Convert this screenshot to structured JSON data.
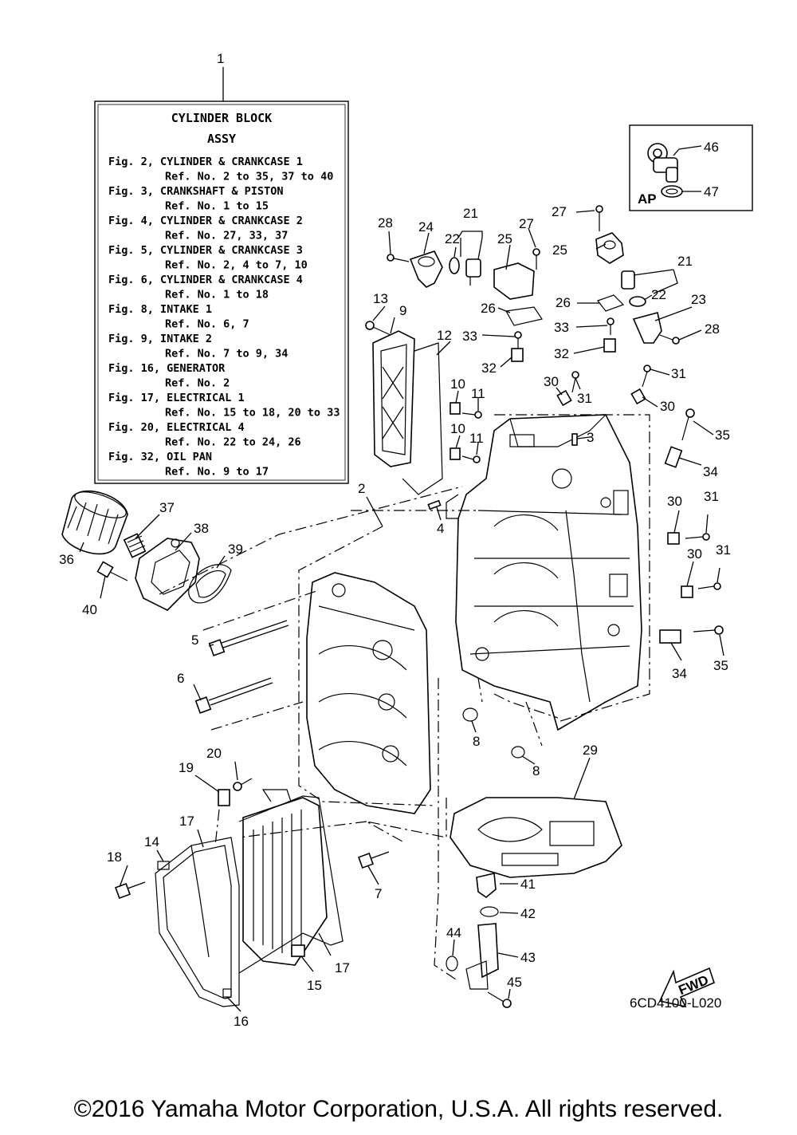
{
  "assy_box": {
    "ref_no": "1",
    "title_line1": "CYLINDER BLOCK",
    "title_line2": "ASSY",
    "lines": [
      "Fig. 2, CYLINDER & CRANKCASE 1",
      "Ref. No. 2 to 35, 37 to 40",
      "Fig. 3, CRANKSHAFT & PISTON",
      "Ref. No. 1 to 15",
      "Fig. 4, CYLINDER & CRANKCASE 2",
      "Ref. No. 27, 33, 37",
      "Fig. 5, CYLINDER & CRANKCASE 3",
      "Ref. No. 2, 4 to 7, 10",
      "Fig. 6, CYLINDER & CRANKCASE 4",
      "Ref. No. 1 to 18",
      "Fig. 8, INTAKE 1",
      "Ref. No. 6, 7",
      "Fig. 9, INTAKE 2",
      "Ref. No. 7 to 9, 34",
      "Fig. 16, GENERATOR",
      "Ref. No. 2",
      "Fig. 17, ELECTRICAL 1",
      "Ref. No. 15 to 18, 20 to 33",
      "Fig. 20, ELECTRICAL 4",
      "Ref. No. 22 to 24, 26",
      "Fig. 32, OIL PAN",
      "Ref. No. 9 to 17"
    ]
  },
  "ap_box": {
    "label": "AP",
    "refs": [
      "46",
      "47"
    ]
  },
  "callouts": [
    "2",
    "3",
    "4",
    "5",
    "6",
    "7",
    "8",
    "8",
    "9",
    "10",
    "10",
    "11",
    "11",
    "12",
    "13",
    "14",
    "15",
    "16",
    "17",
    "17",
    "18",
    "19",
    "20",
    "21",
    "21",
    "22",
    "22",
    "23",
    "24",
    "25",
    "25",
    "26",
    "26",
    "27",
    "27",
    "28",
    "28",
    "29",
    "30",
    "30",
    "30",
    "30",
    "31",
    "31",
    "31",
    "31",
    "32",
    "32",
    "33",
    "33",
    "34",
    "34",
    "35",
    "35",
    "36",
    "37",
    "38",
    "39",
    "40",
    "41",
    "42",
    "43",
    "44",
    "45"
  ],
  "fwd_label": "FWD",
  "drawing_code": "6CD4100-L020",
  "copyright": "©2016 Yamaha Motor Corporation, U.S.A. All rights reserved."
}
